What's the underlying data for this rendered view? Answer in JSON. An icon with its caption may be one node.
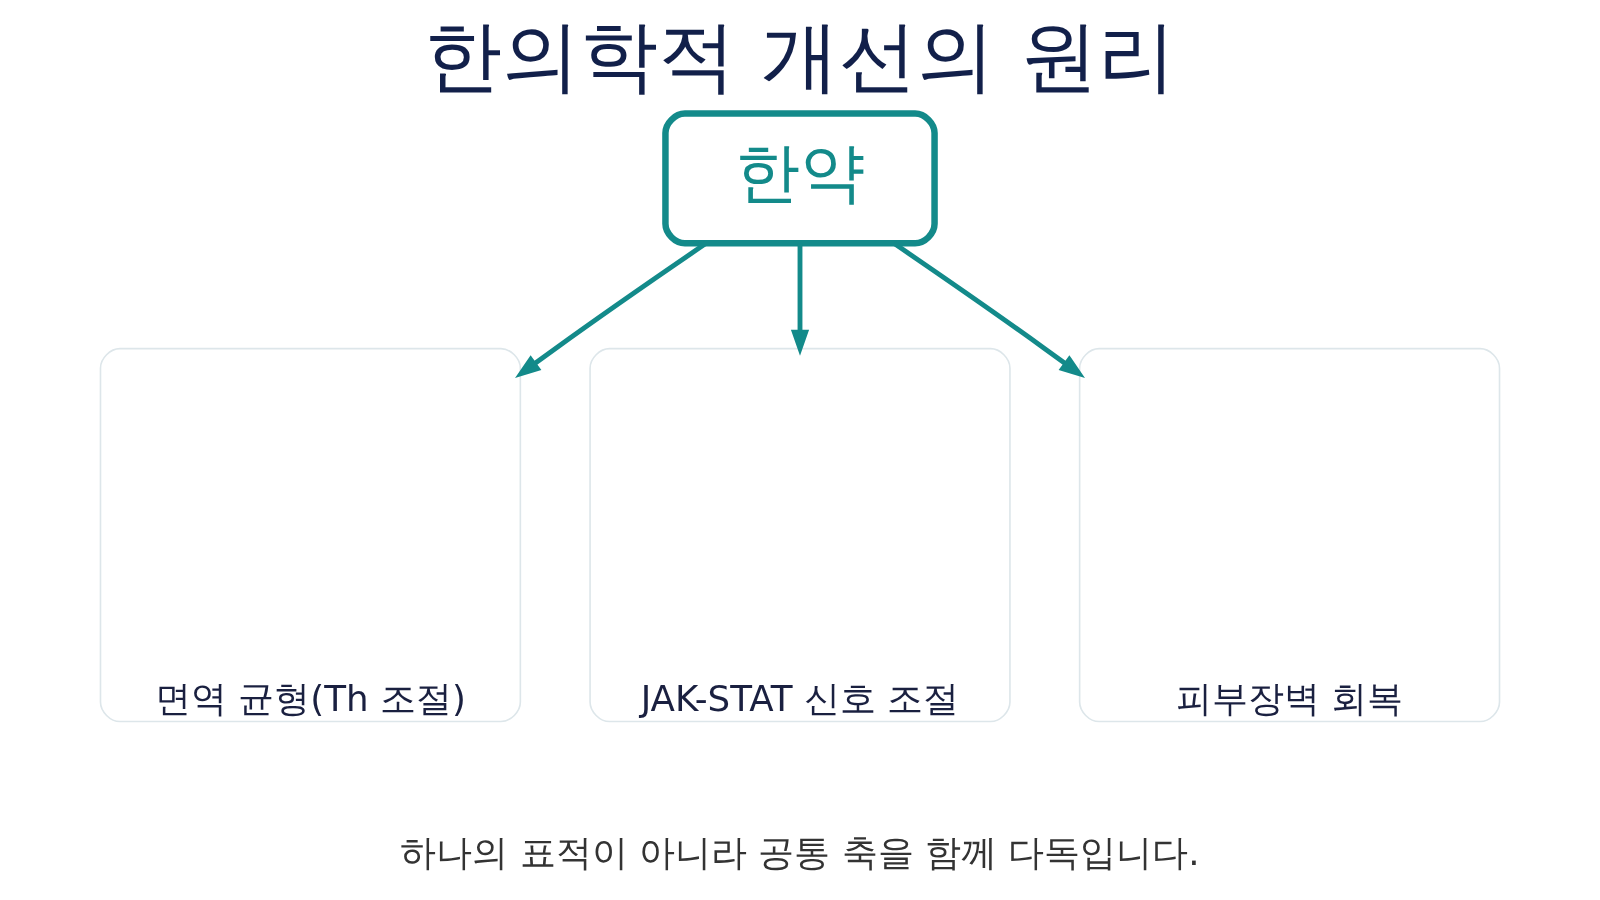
{
  "diagram": {
    "title": "한의학적 개선의 원리",
    "caption": "하나의 표적이 아니라 공통 축을 함께 다독입니다.",
    "nodes": [
      {
        "text": [
          "한약"
        ]
      },
      {
        "text": [
          "면역 균형(Th 조절)"
        ]
      },
      {
        "text": [
          "JAK-STAT 신호 조절"
        ]
      },
      {
        "text": [
          "피부장벽 회복"
        ]
      }
    ],
    "edges": [
      {
        "from": 0,
        "to": 1,
        "arrow": "to"
      },
      {
        "from": 0,
        "to": 2,
        "arrow": "to"
      },
      {
        "from": 0,
        "to": 3,
        "arrow": "to"
      }
    ]
  }
}
